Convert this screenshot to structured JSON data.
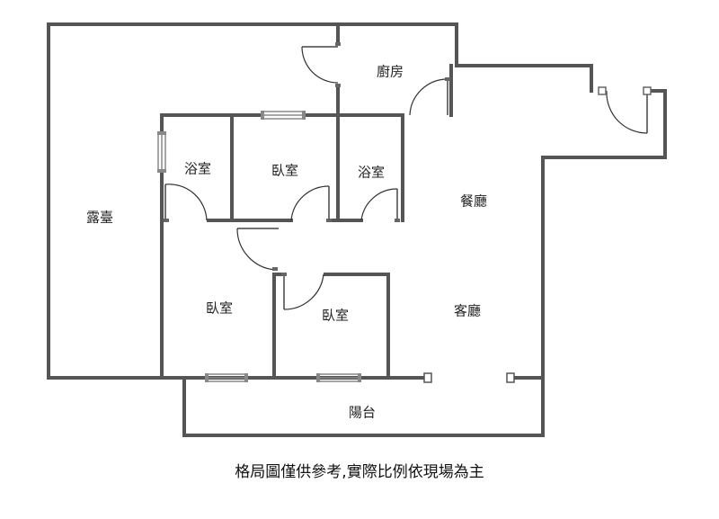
{
  "rooms": {
    "terrace": "露臺",
    "kitchen": "廚房",
    "bath_left": "浴室",
    "bedroom_top": "臥室",
    "bath_right": "浴室",
    "dining": "餐廳",
    "bedroom_lower_left": "臥室",
    "bedroom_lower_mid": "臥室",
    "living": "客廳",
    "balcony": "陽台"
  },
  "note": "格局圖僅供參考,實際比例依現場為主",
  "colors": {
    "wall": "#555555",
    "text": "#222222"
  }
}
